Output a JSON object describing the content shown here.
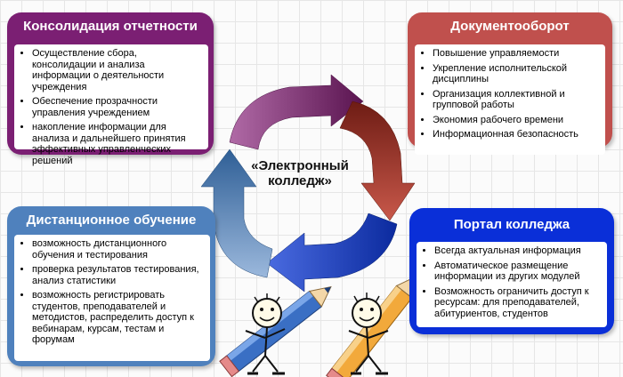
{
  "center": {
    "line1": "«Электронный",
    "line2": "колледж»"
  },
  "boxes": {
    "consolidation": {
      "title": "Консолидация отчетности",
      "color": "#7b1f73",
      "items": [
        "Осуществление сбора, консолидации и анализа информации о деятельности учреждения",
        "Обеспечение прозрачности управления учреждением",
        "накопление информации для анализа и дальнейшего принятия эффективных управленческих решений"
      ]
    },
    "document_flow": {
      "title": "Документооборот",
      "color": "#c0504d",
      "items": [
        "Повышение управляемости",
        "Укрепление исполнительской дисциплины",
        "Организация коллективной и групповой работы",
        "Экономия рабочего времени",
        "Информационная безопасность"
      ]
    },
    "distance_learning": {
      "title": "Дистанционное обучение",
      "color": "#4f81bd",
      "items": [
        "возможность дистанционного обучения и тестирования",
        "проверка результатов тестирования, анализ статистики",
        "возможность регистрировать студентов, преподавателей и методистов, распределить доступ к вебинарам, курсам, тестам и форумам"
      ]
    },
    "college_portal": {
      "title": "Портал колледжа",
      "color": "#0a2fd8",
      "items": [
        "Всегда актуальная информация",
        "Автоматическое размещение информации из других модулей",
        "Возможность ограничить доступ к ресурсам: для преподавателей, абитуриентов, студентов"
      ]
    }
  },
  "arrow_colors": {
    "purple": "#6b1a5e",
    "red": "#a03328",
    "blue": "#2f5f96",
    "navy": "#0b2a9e"
  }
}
